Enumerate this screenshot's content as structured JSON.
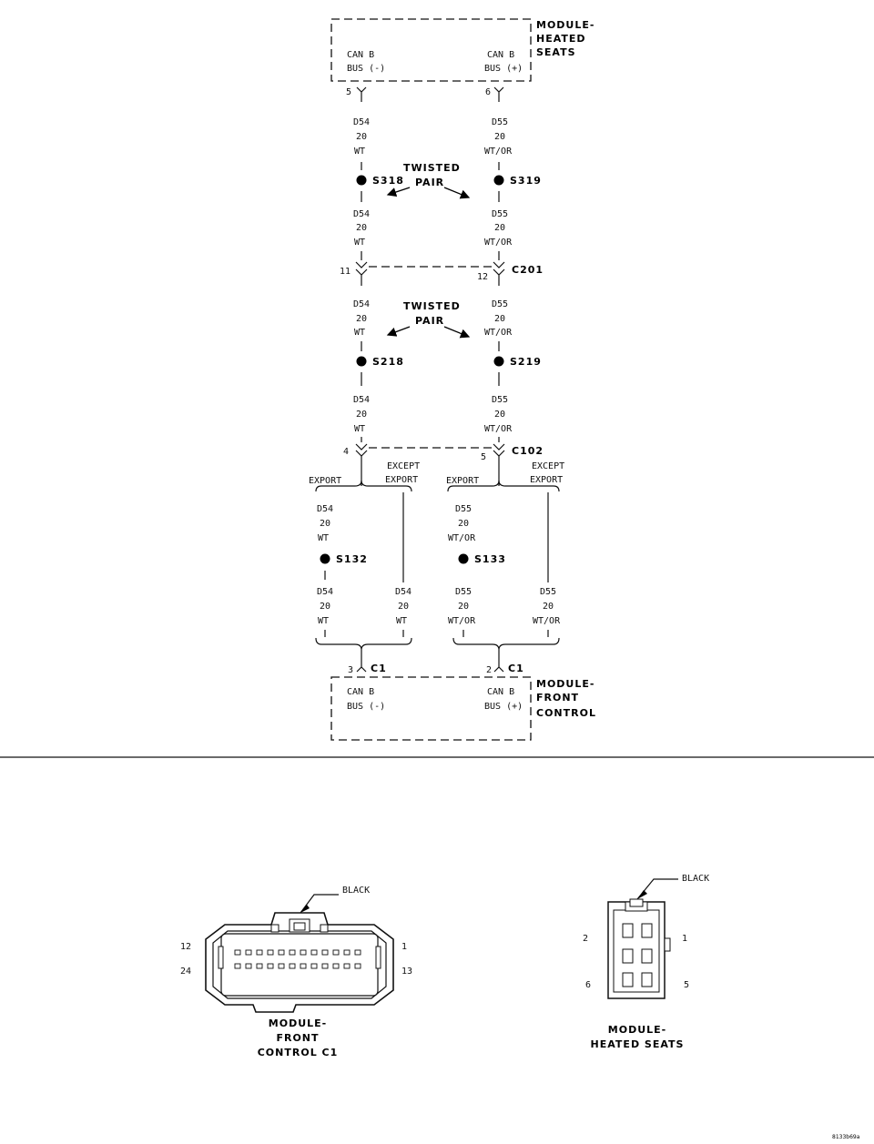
{
  "modules": {
    "heated_seats": {
      "name_lines": [
        "MODULE-",
        "HEATED",
        "SEATS"
      ],
      "pin_left_label": [
        "CAN B",
        "BUS (-)"
      ],
      "pin_right_label": [
        "CAN B",
        "BUS (+)"
      ],
      "pin_left": "5",
      "pin_right": "6"
    },
    "front_control": {
      "name_lines": [
        "MODULE-",
        "FRONT",
        "CONTROL"
      ],
      "pin_left_label": [
        "CAN B",
        "BUS (-)"
      ],
      "pin_right_label": [
        "CAN B",
        "BUS (+)"
      ],
      "pin_left": "3",
      "pin_right": "2",
      "connector": "C1"
    }
  },
  "wires": {
    "left": [
      "D54",
      "20",
      "WT"
    ],
    "right": [
      "D55",
      "20",
      "WT/OR"
    ]
  },
  "splices": {
    "s318": "S318",
    "s319": "S319",
    "s218": "S218",
    "s219": "S219",
    "s132": "S132",
    "s133": "S133"
  },
  "twisted_pair": [
    "TWISTED",
    "PAIR"
  ],
  "connectors": {
    "c201": {
      "name": "C201",
      "pin_left": "11",
      "pin_right": "12"
    },
    "c102": {
      "name": "C102",
      "pin_left": "4",
      "pin_right": "5"
    }
  },
  "variants": {
    "export": "EXPORT",
    "except_export": [
      "EXCEPT",
      "EXPORT"
    ]
  },
  "connector_views": {
    "front_control": {
      "title_lines": [
        "MODULE-",
        "FRONT",
        "CONTROL C1"
      ],
      "color": "BLACK",
      "pins": {
        "top_left": "12",
        "top_right": "1",
        "bottom_left": "24",
        "bottom_right": "13"
      }
    },
    "heated_seats": {
      "title_lines": [
        "MODULE-",
        "HEATED SEATS"
      ],
      "color": "BLACK",
      "pins": {
        "top_left": "2",
        "top_right": "1",
        "bottom_left": "6",
        "bottom_right": "5"
      }
    }
  },
  "figure_id": "8133b69a"
}
